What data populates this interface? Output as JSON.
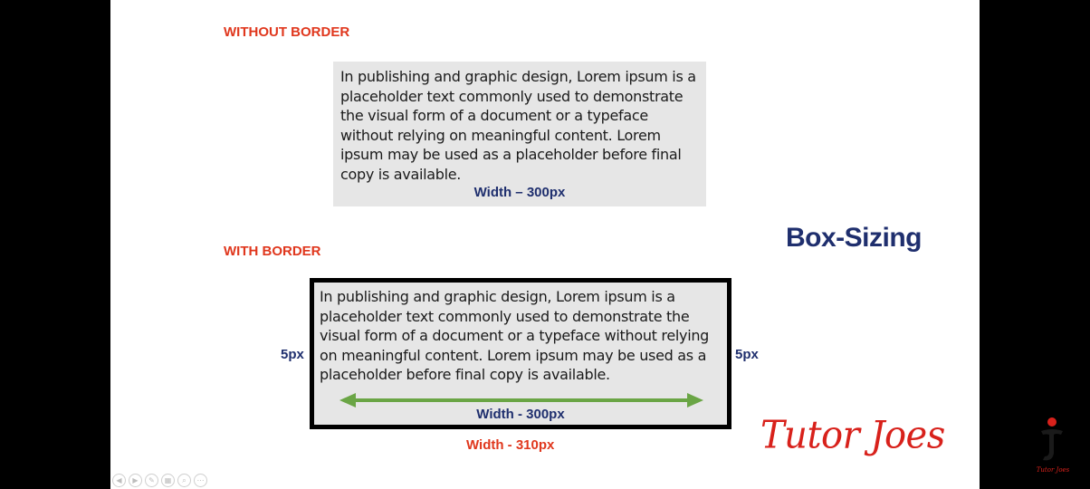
{
  "without_border": {
    "heading": "WITHOUT BORDER",
    "text": "In publishing and graphic design, Lorem ipsum is a placeholder text commonly used to demonstrate the visual form of a document or a typeface without relying on meaningful content. Lorem ipsum may be used as a placeholder before final copy is available.",
    "width_label": "Width – 300px"
  },
  "with_border": {
    "heading": "WITH BORDER",
    "text": "In publishing and graphic design, Lorem ipsum is a placeholder text commonly used to demonstrate the visual form of a document or a typeface without relying on meaningful content. Lorem ipsum may be used as a placeholder before final copy is available.",
    "inner_width_label": "Width - 300px",
    "total_width_label": "Width - 310px",
    "left_border_label": "5px",
    "right_border_label": "5px"
  },
  "title": "Box-Sizing",
  "logo_text": "Tutor Joes",
  "watermark_text": "Tutor Joes",
  "colors": {
    "heading_red": "#e0371d",
    "navy": "#1f2f6e",
    "arrow_green": "#6aa545",
    "logo_red": "#d8211b",
    "box_gray": "#e6e6e6"
  },
  "controls": [
    {
      "icon": "previous-slide-icon",
      "glyph": "◀"
    },
    {
      "icon": "next-slide-icon",
      "glyph": "▶"
    },
    {
      "icon": "pen-icon",
      "glyph": "✎"
    },
    {
      "icon": "slides-grid-icon",
      "glyph": "▦"
    },
    {
      "icon": "zoom-icon",
      "glyph": "⌕"
    },
    {
      "icon": "more-options-icon",
      "glyph": "⋯"
    }
  ]
}
